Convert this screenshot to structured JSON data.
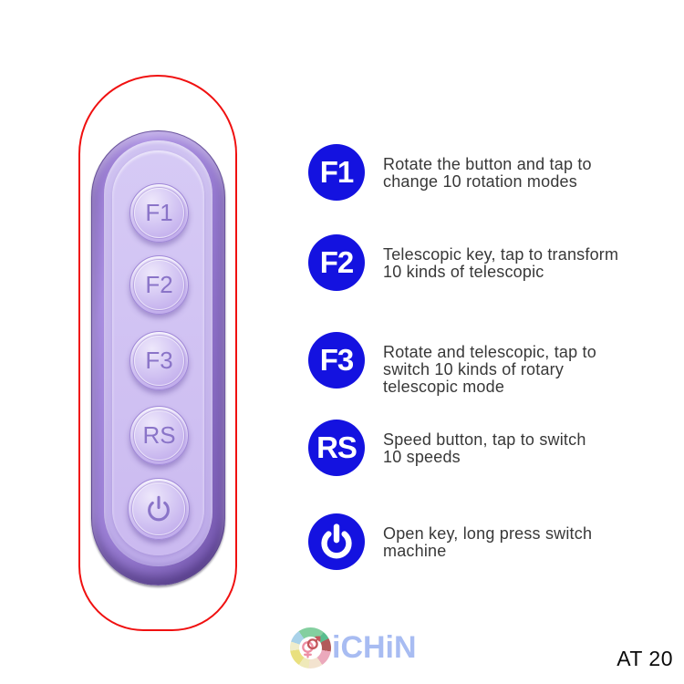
{
  "colors": {
    "outline_red": "#f01010",
    "badge_blue": "#1412e0",
    "remote_purple": "#9c80d6",
    "remote_face": "#c9b9ee",
    "button_label_purple": "#8a74c8",
    "description_text": "#383838",
    "brand_text": "#a8bcf2"
  },
  "remote": {
    "buttons": [
      {
        "label": "F1"
      },
      {
        "label": "F2"
      },
      {
        "label": "F3"
      },
      {
        "label": "RS"
      },
      {
        "label": "power",
        "glyph": "power-icon"
      }
    ]
  },
  "instructions": [
    {
      "key": "F1",
      "lines": [
        "Rotate the button and tap to",
        "change 10 rotation modes"
      ]
    },
    {
      "key": "F2",
      "lines": [
        "Telescopic key, tap to transform",
        "10 kinds of telescopic"
      ]
    },
    {
      "key": "F3",
      "lines": [
        "Rotate and telescopic, tap to",
        "switch 10 kinds of rotary",
        "telescopic mode"
      ]
    },
    {
      "key": "RS",
      "lines": [
        "Speed button, tap to switch",
        "10 speeds"
      ]
    },
    {
      "key": "power",
      "glyph": "power-icon",
      "lines": [
        "Open key, long press switch",
        "machine"
      ]
    }
  ],
  "brand": {
    "wordmark": "iCHiN",
    "q_icon": "gender-color-wheel-icon"
  },
  "model": "AT 20"
}
